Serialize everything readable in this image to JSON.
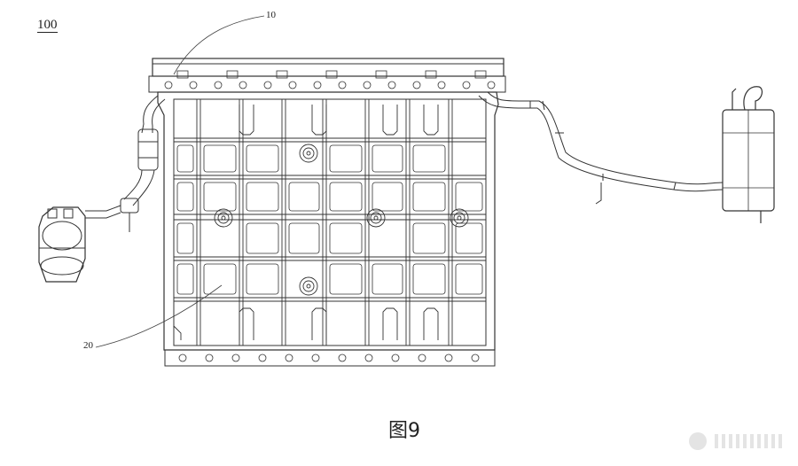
{
  "references": {
    "assembly": "100",
    "top_beam": "10",
    "tray": "20"
  },
  "figure_label": "图9",
  "watermark": "||||||||||"
}
